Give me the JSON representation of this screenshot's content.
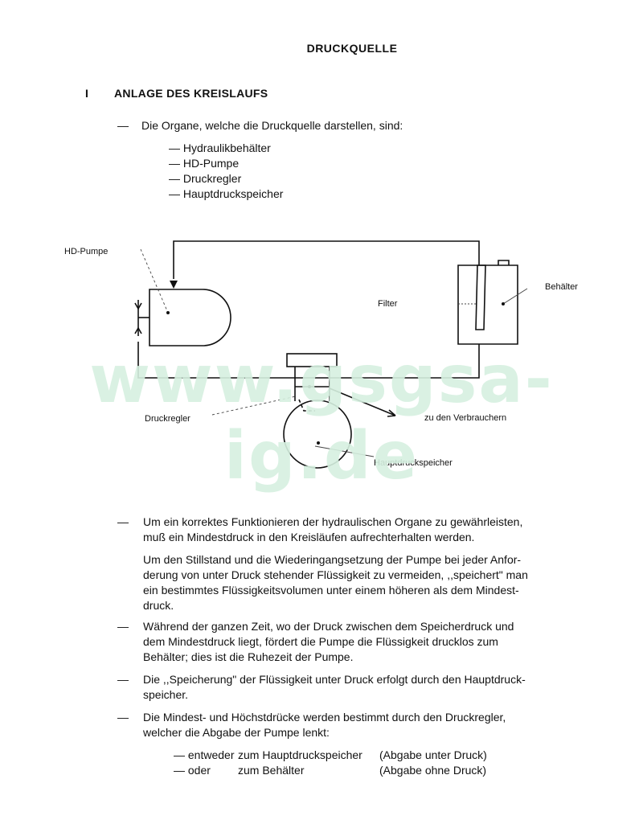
{
  "title": "DRUCKQUELLE",
  "section": {
    "number": "I",
    "title": "ANLAGE DES KREISLAUFS"
  },
  "intro": {
    "dash": "—",
    "text": "Die Organe, welche die Druckquelle darstellen, sind:",
    "items": [
      "— Hydraulikbehälter",
      "— HD-Pumpe",
      "— Druckregler",
      "— Hauptdruckspeicher"
    ]
  },
  "diagram": {
    "labels": {
      "pump": "HD-Pumpe",
      "tank": "Behälter",
      "filter": "Filter",
      "regulator": "Druckregler",
      "consumers": "zu den Verbrauchern",
      "accumulator": "Hauptdruckspeicher"
    }
  },
  "watermark": "www.gsgsa-ig.de",
  "paragraphs": [
    {
      "dash": "—",
      "lines": [
        "Um ein korrektes Funktionieren der hydraulischen Organe zu gewährleisten,",
        "muß ein Mindestdruck in den Kreisläufen aufrechterhalten werden."
      ]
    },
    {
      "dash": "",
      "lines": [
        "Um den Stillstand und die Wiederingangsetzung der Pumpe bei jeder Anfor-",
        "derung von unter Druck stehender Flüssigkeit zu vermeiden, ,,speichert\" man",
        "ein bestimmtes Flüssigkeitsvolumen unter einem höheren als dem Mindest-",
        "druck."
      ]
    },
    {
      "dash": "—",
      "lines": [
        "Während der ganzen Zeit, wo der Druck zwischen dem Speicherdruck und",
        "dem Mindestdruck liegt, fördert die Pumpe die Flüssigkeit drucklos zum",
        "Behälter; dies ist die Ruhezeit der Pumpe."
      ]
    },
    {
      "dash": "—",
      "lines": [
        "Die ,,Speicherung\" der Flüssigkeit unter Druck erfolgt durch den Hauptdruck-",
        "speicher."
      ]
    },
    {
      "dash": "—",
      "lines": [
        "Die Mindest- und Höchstdrücke werden bestimmt durch den Druckregler,",
        "welcher die Abgabe der Pumpe lenkt:"
      ]
    }
  ],
  "routes": [
    {
      "prefix": "— entweder",
      "target": "zum Hauptdruckspeicher",
      "note": "(Abgabe unter Druck)"
    },
    {
      "prefix": "— oder",
      "target": "zum Behälter",
      "note": "(Abgabe ohne Druck)"
    }
  ]
}
